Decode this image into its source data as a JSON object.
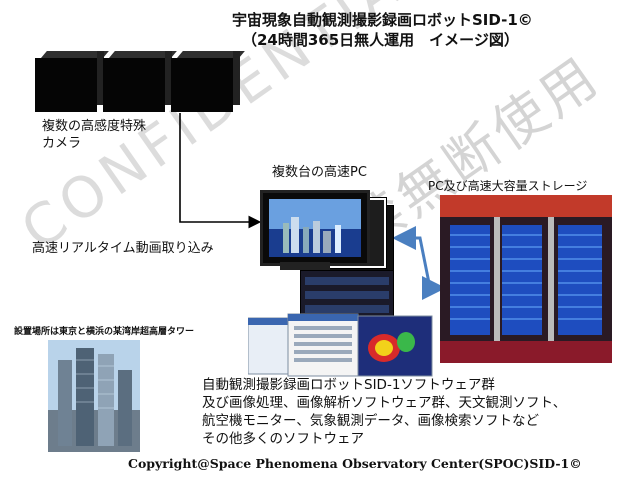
{
  "title": {
    "line1": "宇宙現象自動観測撮影録画ロボットSID-1©",
    "line2": "（24時間365日無人運用　イメージ図）"
  },
  "cameras": {
    "label_line1": "複数の高感度特殊",
    "label_line2": "カメラ"
  },
  "capture_label": "高速リアルタイム動画取り込み",
  "pc_label": "複数台の高速PC",
  "storage_label": "PC及び高速大容量ストレージ",
  "location_label": "設置場所は東京と横浜の某湾岸超高層タワー",
  "software": {
    "line1": "自動観測撮影録画ロボットSID-1ソフトウェア群",
    "line2": "及び画像処理、画像解析ソフトウェア群、天文観測ソフト、",
    "line3": "航空機モニター、気象観測データ、画像検索ソフトなど",
    "line4": "その他多くのソフトウェア"
  },
  "watermark": {
    "text_en": "CONFIDENTIAL",
    "text_jp": "禁無断使用"
  },
  "copyright": "Copyright@Space Phenomena Observatory Center(SPOC)SID-1©",
  "colors": {
    "arrow_blue": "#4a7fc0",
    "screen_blue": "#1a3d8f",
    "server_dark": "#3a2a3a"
  }
}
